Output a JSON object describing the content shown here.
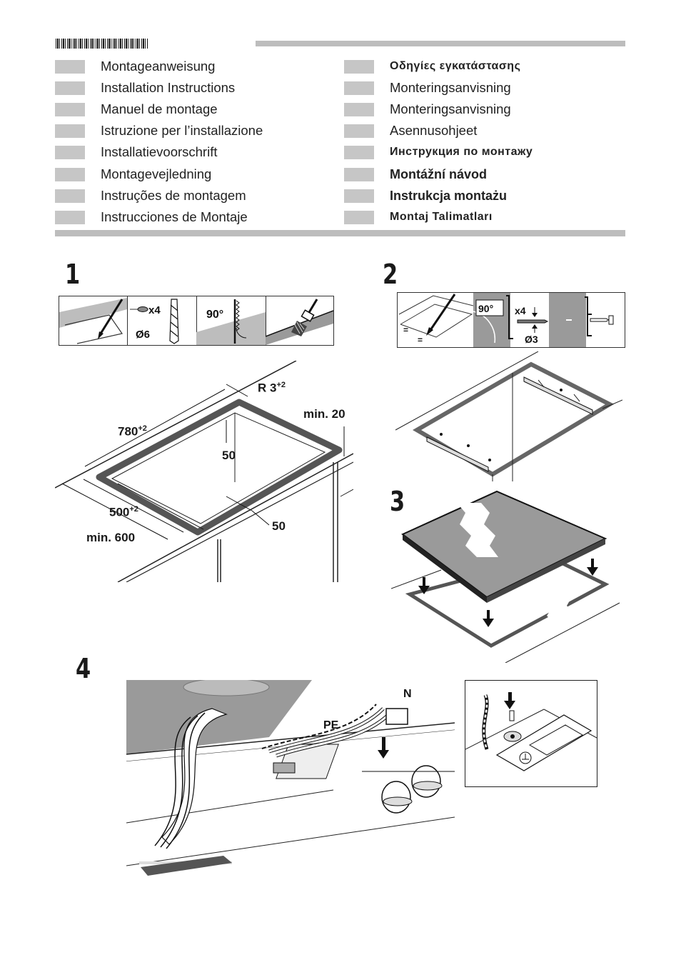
{
  "languages_left": [
    "Montageanweisung",
    "Installation Instructions",
    "Manuel de montage",
    "Istruzione per l’installazione",
    "Installatievoorschrift",
    "Montagevejledning",
    "Instruções de montagem",
    "Instrucciones de Montaje"
  ],
  "languages_right": [
    "Οδηγίες εγκατάστασης",
    "Monteringsanvisning",
    "Monteringsanvisning",
    "Asennusohjeet",
    "Инструкция по монтажу",
    "Montážní návod",
    "Instrukcja montażu",
    "Montaj Talimatları"
  ],
  "steps": {
    "step1": "1",
    "step2": "2",
    "step3": "3",
    "step4": "4"
  },
  "step1_icons": {
    "screw_count": "x4",
    "drill_diameter": "Ø6",
    "angle": "90°"
  },
  "step1_dims": {
    "radius": "R 3",
    "radius_tol": "+2",
    "min_back": "min. 20",
    "width": "780",
    "width_tol": "+2",
    "depth_inner_top": "50",
    "depth": "500",
    "depth_tol": "+2",
    "inner_front": "50",
    "min_depth": "min. 600"
  },
  "step2_icons": {
    "angle": "90°",
    "screw_count": "x4",
    "drill_diameter": "Ø3"
  },
  "step4_labels": {
    "neutral": "N",
    "protective_earth": "PE"
  },
  "colors": {
    "swatch": "#c6c6c6",
    "bar": "#bdbdbd",
    "surface": "#9a9a9a"
  }
}
